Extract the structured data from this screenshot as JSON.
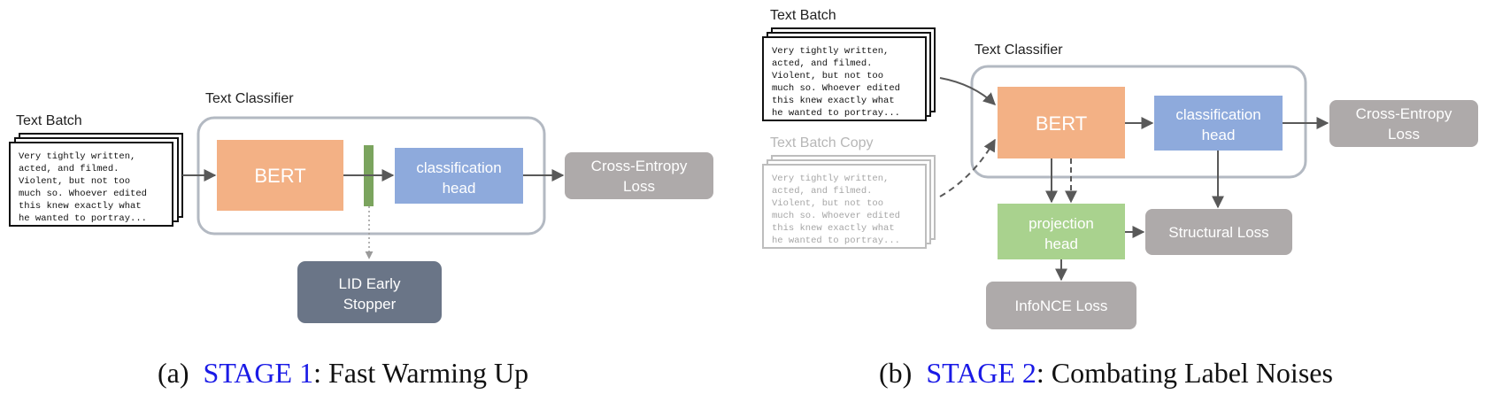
{
  "stage1": {
    "text_batch_label": "Text Batch",
    "text_lines": [
      "Very tightly written,",
      "acted, and filmed.",
      "Violent, but not too",
      "much so. Whoever edited",
      "this knew exactly what",
      "he wanted to portray..."
    ],
    "classifier_label": "Text Classifier",
    "bert_label": "BERT",
    "head_lines": [
      "classification",
      "head"
    ],
    "loss_lines": [
      "Cross-Entropy",
      "Loss"
    ],
    "lid_lines": [
      "LID Early",
      "Stopper"
    ],
    "caption": {
      "prefix": "(a)",
      "stage": "STAGE 1",
      "rest": ": Fast Warming Up"
    }
  },
  "stage2": {
    "text_batch_label": "Text Batch",
    "text_batch_copy_label": "Text Batch Copy",
    "text_lines": [
      "Very tightly written,",
      "acted, and filmed.",
      "Violent, but not too",
      "much so. Whoever edited",
      "this knew exactly what",
      "he wanted to portray..."
    ],
    "classifier_label": "Text Classifier",
    "bert_label": "BERT",
    "head_lines": [
      "classification",
      "head"
    ],
    "ce_loss_lines": [
      "Cross-Entropy",
      "Loss"
    ],
    "projection_lines": [
      "projection",
      "head"
    ],
    "structural_loss": "Structural Loss",
    "infonce_loss": "InfoNCE Loss",
    "caption": {
      "prefix": "(b)",
      "stage": "STAGE 2",
      "rest": ": Combating Label Noises"
    }
  },
  "colors": {
    "bert": "#f3b185",
    "head": "#8eaadc",
    "loss": "#aeaaaa",
    "lid": "#6a7587",
    "bar": "#7ba45e",
    "projection": "#a9d28e",
    "classifier_border": "#b3b9c2",
    "stage_link": "#1a1ae6",
    "arrow": "#595959"
  }
}
